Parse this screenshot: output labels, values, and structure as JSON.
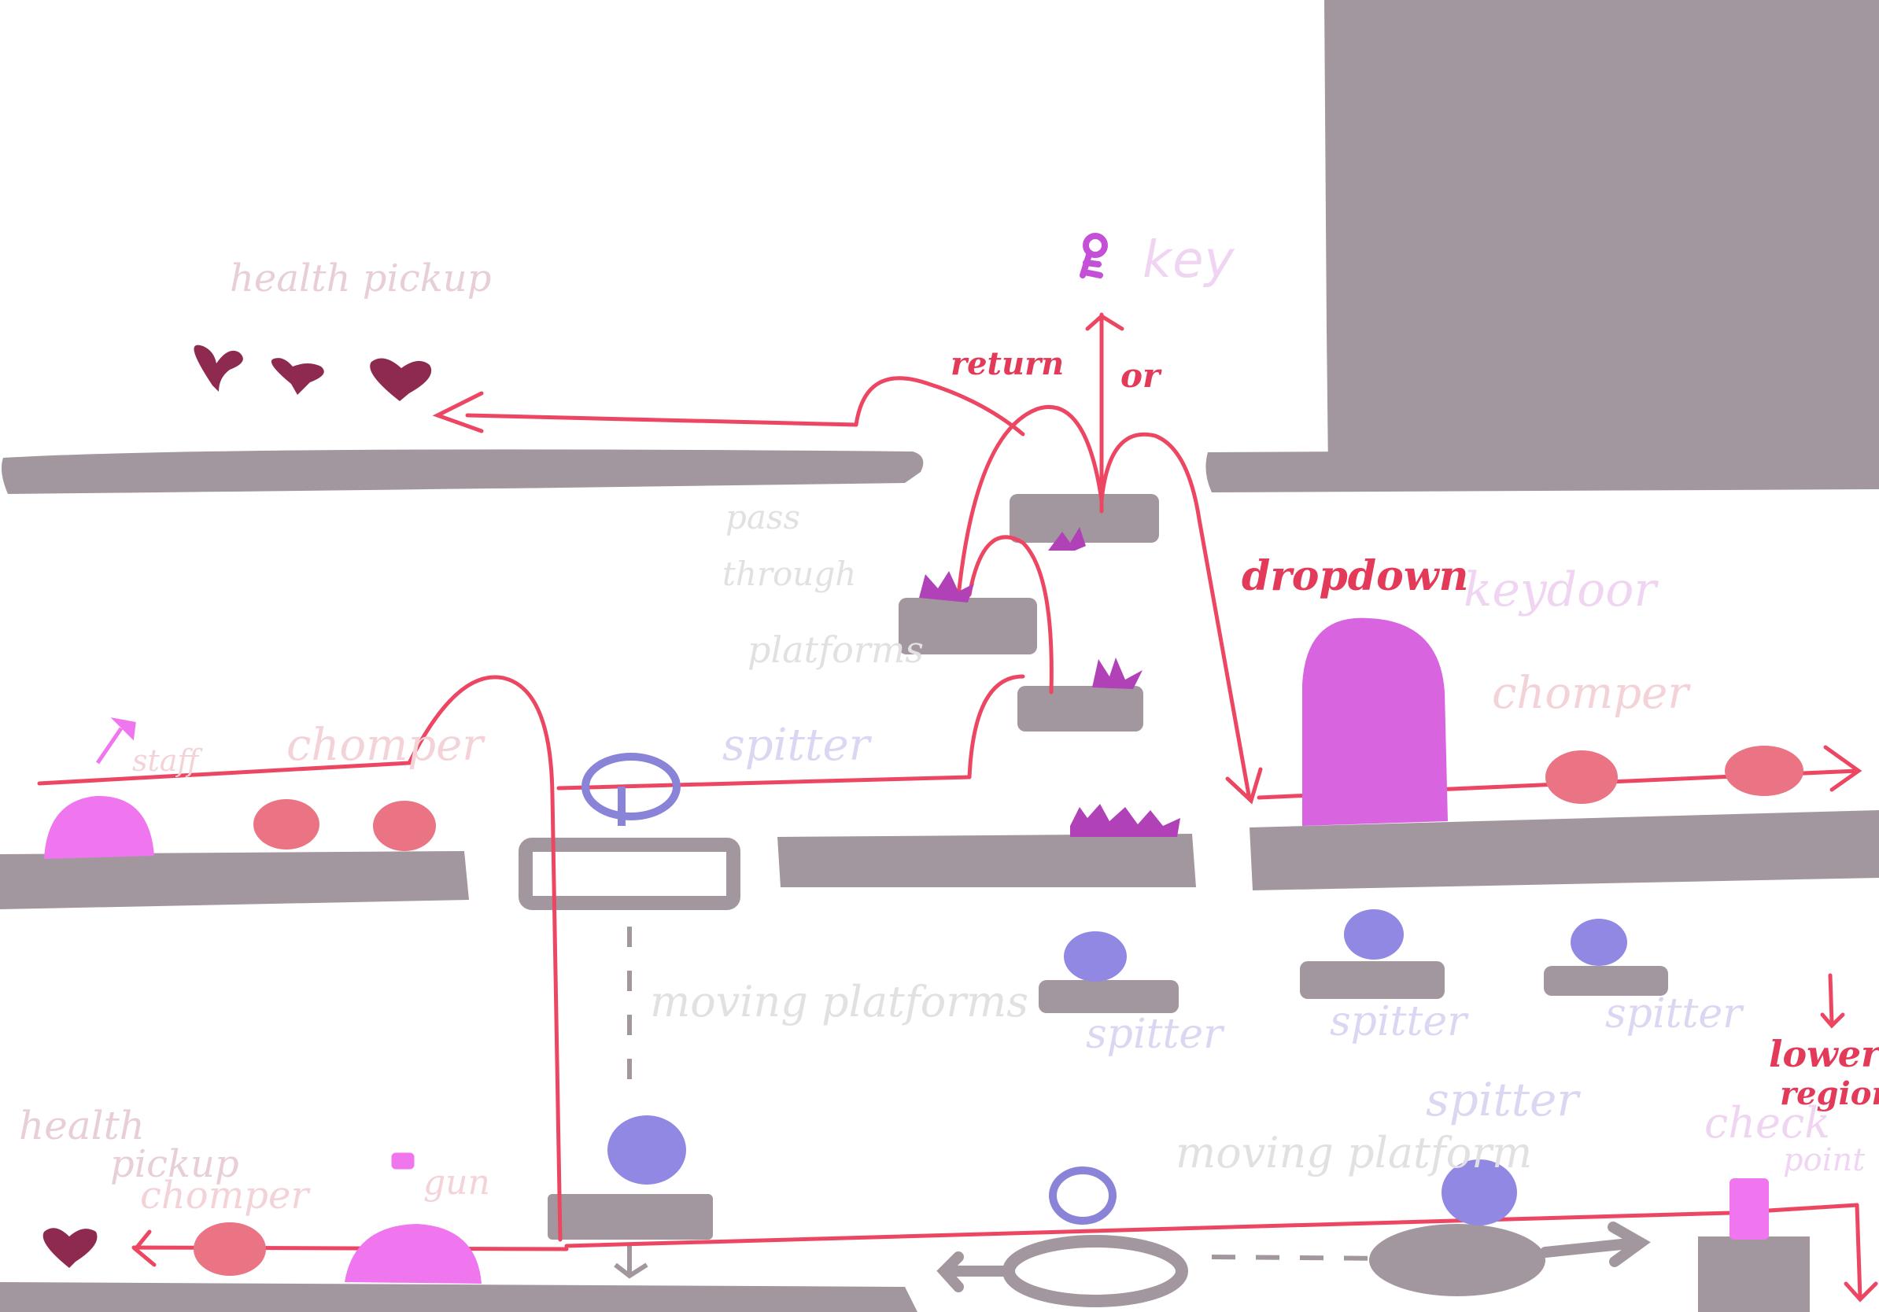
{
  "colors": {
    "platform": "#a3979f",
    "wall": "#a2979f",
    "route": "#ec4663",
    "heart": "#8e2a4f",
    "chomper": "#ea7384",
    "spitter": "#9088e2",
    "keydoor": "#d864df",
    "pickup_dome": "#ef76ee",
    "plant": "#b041b7",
    "key_icon": "#c350d7",
    "label_faint_pink": "#e8cfd6",
    "label_faint_violet": "#dcd6f2",
    "label_faint_gray": "#e2e0e2",
    "label_faint_rose": "#f3d3d8",
    "label_route": "#e23a58",
    "label_keydoor": "#f0d5f3"
  },
  "icons": [
    "heart-icon",
    "key-icon",
    "staff-icon",
    "gun-icon",
    "arrow-icon"
  ],
  "labels": {
    "health_pickup_top": "health pickup",
    "key": "key",
    "return": "return",
    "or": "or",
    "pass_through_platforms": [
      "pass",
      "through",
      "platforms"
    ],
    "dropdown": "dropdown",
    "keydoor": "keydoor",
    "chomper_right": "chomper",
    "staff": "staff",
    "chomper_left": "chomper",
    "spitter_mid": "spitter",
    "moving_platforms": "moving platforms",
    "spitter_a": "spitter",
    "spitter_b": "spitter",
    "spitter_c": "spitter",
    "spitter_d": "spitter",
    "moving_platform": "moving platform",
    "health_pickup_bottom": [
      "health",
      "pickup"
    ],
    "chomper_bottom": "chomper",
    "gun": "gun",
    "lower_region": [
      "lower",
      "region"
    ],
    "checkpoint": [
      "check",
      "point"
    ]
  }
}
